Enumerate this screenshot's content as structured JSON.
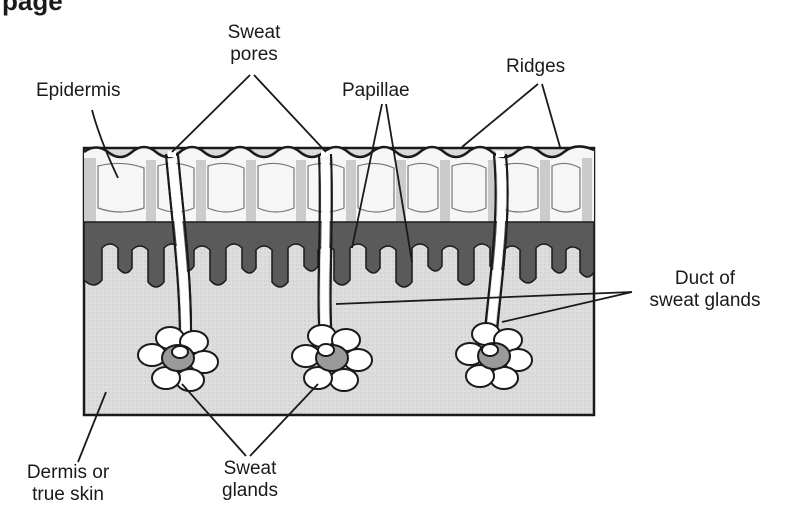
{
  "header": {
    "partial_title": "page"
  },
  "labels": {
    "sweat_pores_line1": "Sweat",
    "sweat_pores_line2": "pores",
    "epidermis": "Epidermis",
    "papillae": "Papillae",
    "ridges": "Ridges",
    "duct_line1": "Duct of",
    "duct_line2": "sweat glands",
    "dermis_line1": "Dermis or",
    "dermis_line2": "true skin",
    "glands_line1": "Sweat",
    "glands_line2": "glands"
  },
  "colors": {
    "dermis_fill": "#dcdcdc",
    "papillae_fill": "#5a5a5a",
    "epidermis_fill": "#f6f6f6",
    "epidermis_column": "#c9c9c9",
    "outline": "#1a1a1a"
  }
}
